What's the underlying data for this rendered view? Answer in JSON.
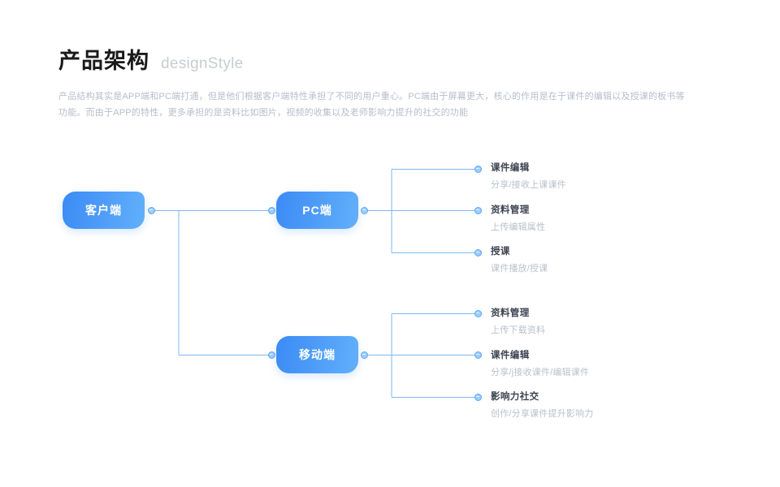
{
  "header": {
    "title_cn": "产品架构",
    "title_en": "designStyle",
    "description": "产品结构其实是APP端和PC端打通，但是他们根据客户端特性承担了不同的用户重心。PC端由于屏幕更大，核心的作用是在于课件的编辑以及授课的板书等功能。而由于APP的特性，更多承担的是资料比如图片，视频的收集以及老师影响力提升的社交的功能"
  },
  "colors": {
    "node_gradient_start": "#3b8bf4",
    "node_gradient_end": "#62b0fb",
    "edge": "#7ab8f7",
    "dot_fill": "#9fcdfb",
    "dot_border": "#57a6f7",
    "title_text": "#1a1a1a",
    "subtitle_text": "#c9ccd1",
    "leaf_title_text": "#3d4350",
    "leaf_sub_text": "#b9c0cc"
  },
  "diagram": {
    "root": {
      "label": "客户端"
    },
    "branches": [
      {
        "label": "PC端",
        "leaves": [
          {
            "title": "课件编辑",
            "sub": "分享/接收上课课件"
          },
          {
            "title": "资料管理",
            "sub": "上传编辑属性"
          },
          {
            "title": "授课",
            "sub": "课件播放/授课"
          }
        ]
      },
      {
        "label": "移动端",
        "leaves": [
          {
            "title": "资料管理",
            "sub": "上传下载资料"
          },
          {
            "title": "课件编辑",
            "sub": "分享/j接收课件/编辑课件"
          },
          {
            "title": "影响力社交",
            "sub": "创作/分享课件提升影响力"
          }
        ]
      }
    ]
  }
}
